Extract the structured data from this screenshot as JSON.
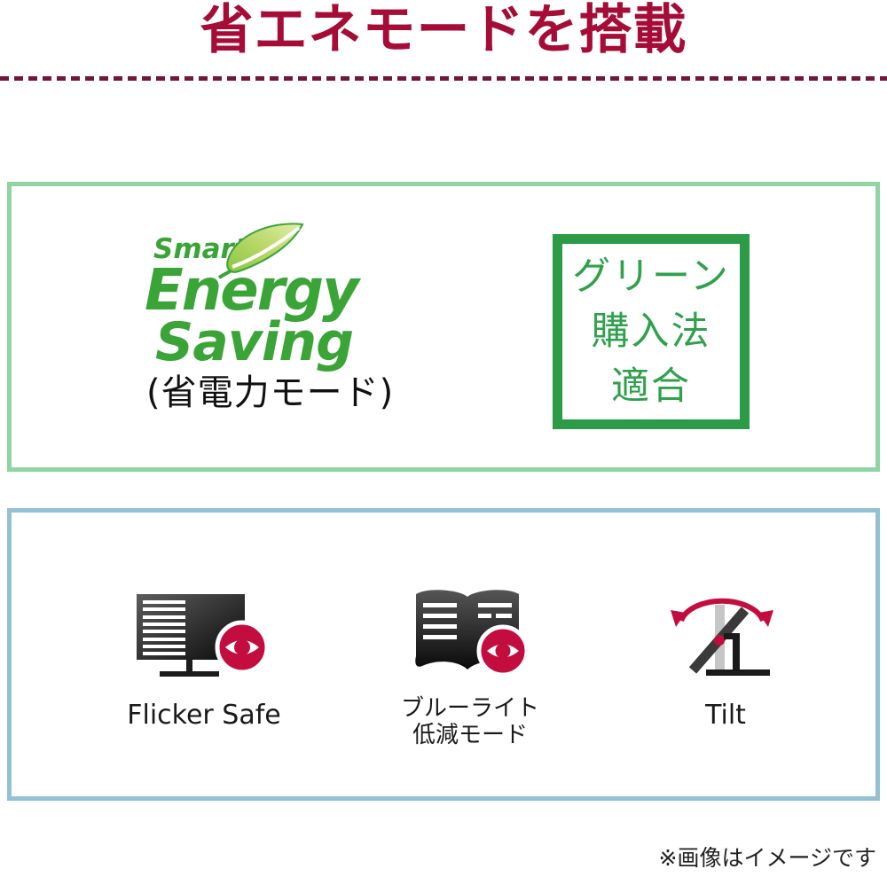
{
  "colors": {
    "heading_red": "#A50D36",
    "dash_red": "#73173A",
    "logo_green": "#3AA437",
    "energy_box_border": "#90D4A1",
    "green_badge_border": "#2B9B47",
    "green_badge_text": "#2FA14D",
    "features_box_border": "#92C0D4",
    "eye_badge_red": "#C30D3E"
  },
  "header": {
    "title": "省エネモードを搭載"
  },
  "energy_section": {
    "logo": {
      "smart": "Smart",
      "energy": "Energy",
      "saving": "Saving",
      "subtitle": "(省電力モード)"
    },
    "green_badge": {
      "line1": "グリーン",
      "line2": "購入法",
      "line3": "適合"
    }
  },
  "features_section": {
    "flicker": {
      "label": "Flicker Safe",
      "icon": "monitor-eye-icon"
    },
    "bluelight": {
      "label_line1": "ブルーライト",
      "label_line2": "低減モード",
      "icon": "book-eye-icon"
    },
    "tilt": {
      "label": "Tilt",
      "icon": "tilt-arrow-icon"
    }
  },
  "footer": {
    "note": "※画像はイメージです"
  }
}
